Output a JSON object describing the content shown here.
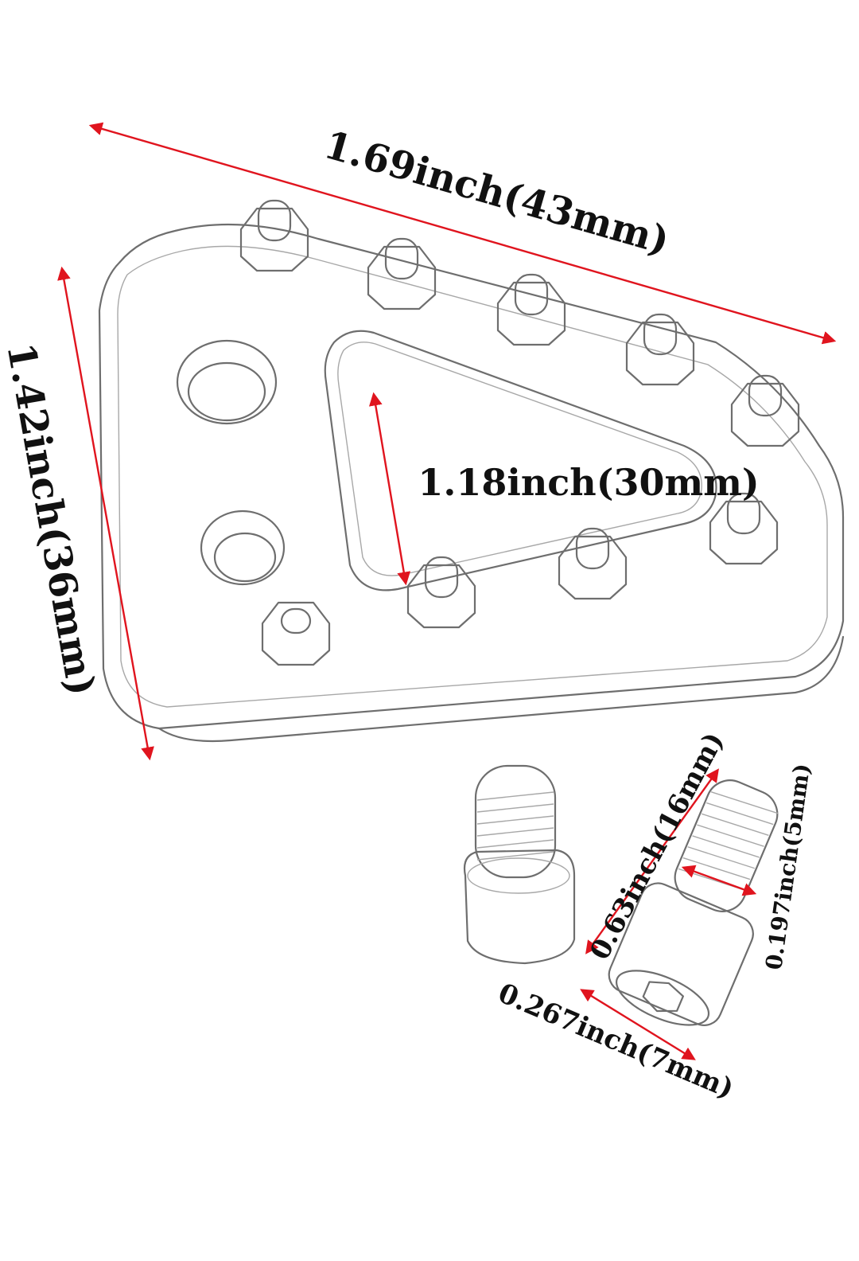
{
  "colors": {
    "arrow": "#e0141e",
    "sketch": "#6e6e6e",
    "text": "#111111",
    "background": "#ffffff"
  },
  "dimensions": {
    "plate_width": "1.69inch(43mm)",
    "plate_height": "1.42inch(36mm)",
    "inner_opening": "1.18inch(30mm)",
    "bolt_length": "0.63inch(16mm)",
    "bolt_diameter": "0.197inch(5mm)",
    "bolt_head": "0.267inch(7mm)"
  },
  "icons": {
    "plate": "brake-pedal-tip-plate-icon",
    "bolt": "hex-socket-bolt-icon"
  }
}
